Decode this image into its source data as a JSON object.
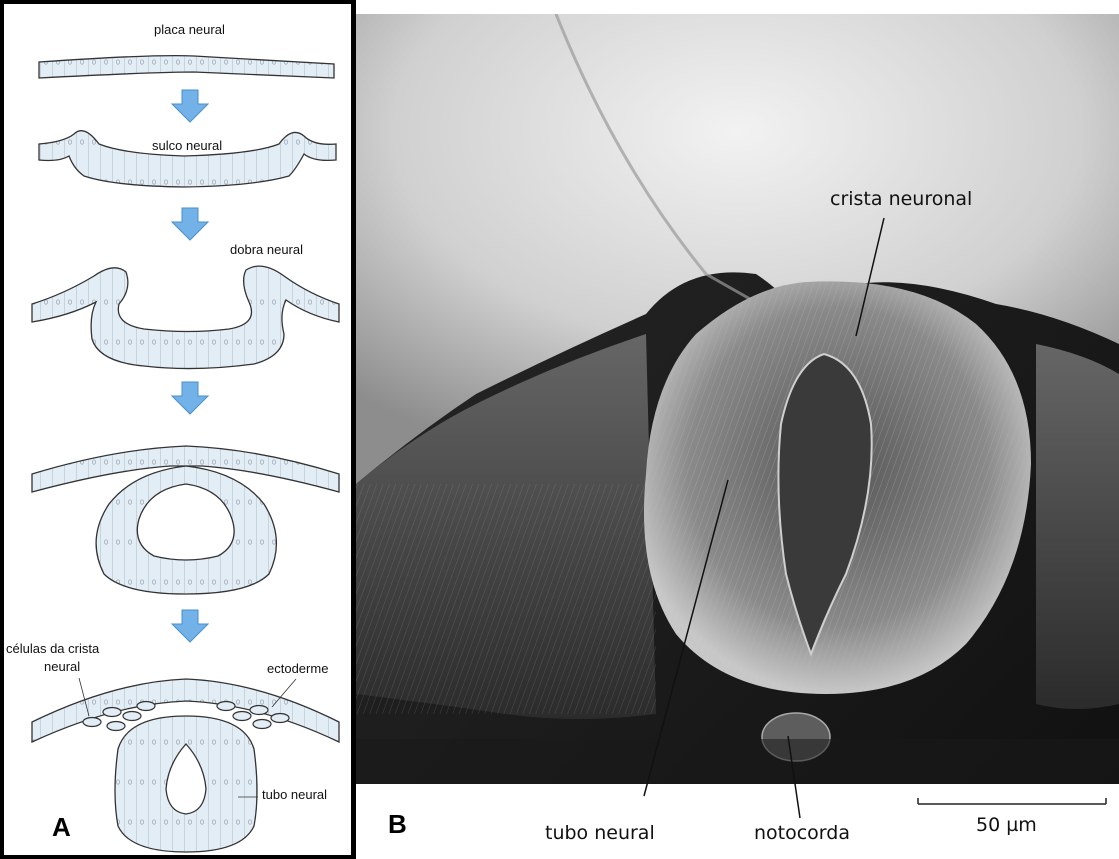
{
  "panel_a": {
    "letter": "A",
    "stages": [
      {
        "label": "placa neural"
      },
      {
        "label": "sulco neural"
      },
      {
        "label": "dobra neural"
      },
      {
        "label": ""
      },
      {
        "labels": [
          "células da crista",
          "neural",
          "ectoderme",
          "tubo neural"
        ]
      }
    ],
    "colors": {
      "tissue_fill": "#e3edf6",
      "arrow": "#73b2e8",
      "outline": "#333333"
    }
  },
  "panel_b": {
    "letter": "B",
    "labels": {
      "crista": "crista neuronal",
      "tubo": "tubo neural",
      "notocorda": "notocorda",
      "scale": "50 µm"
    }
  }
}
